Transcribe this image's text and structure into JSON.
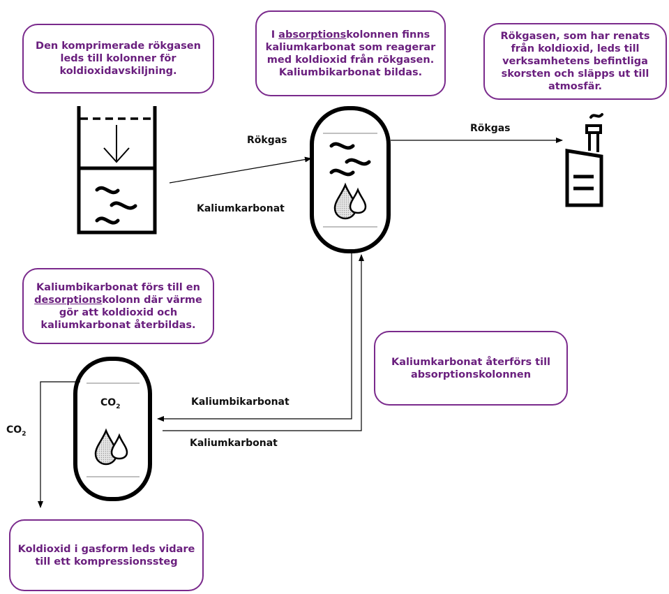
{
  "boxes": {
    "compress": {
      "text": "Den komprimerade rökgasen leds till kolonner för koldioxidavskiljning."
    },
    "absorption": {
      "pre": "I ",
      "underlined": "absorptions",
      "post": "kolonnen finns kaliumkarbonat som reagerar med koldioxid från rökgasen. Kaliumbikarbonat bildas."
    },
    "chimney": {
      "text": "Rökgasen, som har renats från koldioxid, leds till verksamhetens befintliga skorsten och släpps ut till atmosfär."
    },
    "desorption": {
      "pre": "Kaliumbikarbonat förs till en ",
      "underlined": "desorptions",
      "post": "kolonn där värme gör att koldioxid och kaliumkarbonat återbildas."
    },
    "return": {
      "text": "Kaliumkarbonat återförs till absorptionskolonnen"
    },
    "co2_out": {
      "text": "Koldioxid i gasform leds vidare till ett kompressionssteg"
    }
  },
  "labels": {
    "rokgas_in": "Rökgas",
    "kaliumkarbonat_abs": "Kaliumkarbonat",
    "rokgas_out": "Rökgas",
    "kaliumbikarbonat": "Kaliumbikarbonat",
    "kaliumkarbonat_return": "Kaliumkarbonat",
    "co2_column": {
      "main": "CO",
      "sub": "2"
    },
    "co2_side": {
      "main": "CO",
      "sub": "2"
    }
  },
  "colors": {
    "box_border": "#7a2a8c",
    "box_text": "#6a1f7e",
    "line": "#000000"
  },
  "icons": [
    "compressor-piston-icon",
    "gas-wave-icon",
    "liquid-drops-icon",
    "chimney-icon",
    "smoke-icon",
    "arrow-icon"
  ]
}
